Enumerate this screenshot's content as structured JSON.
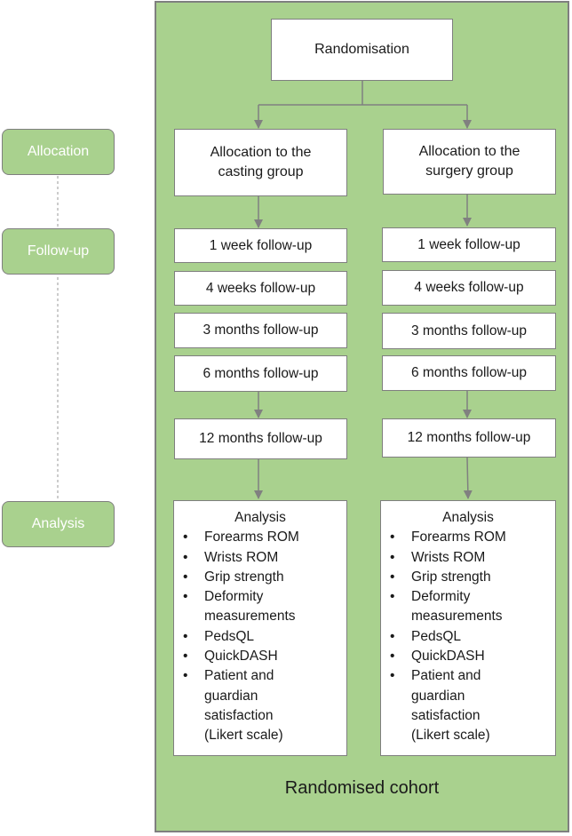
{
  "cohort_label": "Randomised cohort",
  "stages": [
    "Allocation",
    "Follow-up",
    "Analysis"
  ],
  "randomisation": "Randomisation",
  "arms": [
    {
      "allocation": [
        "Allocation to the",
        "casting group"
      ],
      "follow_up": [
        "1 week follow-up",
        "4 weeks follow-up",
        "3 months follow-up",
        "6 months follow-up",
        "12 months follow-up"
      ],
      "analysis_title": "Analysis",
      "analysis_items": [
        [
          "Forearms ROM"
        ],
        [
          "Wrists ROM"
        ],
        [
          "Grip strength"
        ],
        [
          "Deformity",
          "measurements"
        ],
        [
          "PedsQL"
        ],
        [
          "QuickDASH"
        ],
        [
          "Patient and",
          "guardian",
          "satisfaction",
          "(Likert scale)"
        ]
      ]
    },
    {
      "allocation": [
        "Allocation to the",
        "surgery group"
      ],
      "follow_up": [
        "1 week follow-up",
        "4 weeks follow-up",
        "3 months follow-up",
        "6 months follow-up",
        "12 months follow-up"
      ],
      "analysis_title": "Analysis",
      "analysis_items": [
        [
          "Forearms ROM"
        ],
        [
          "Wrists ROM"
        ],
        [
          "Grip strength"
        ],
        [
          "Deformity",
          "measurements"
        ],
        [
          "PedsQL"
        ],
        [
          "QuickDASH"
        ],
        [
          "Patient and",
          "guardian",
          "satisfaction",
          "(Likert scale)"
        ]
      ]
    }
  ],
  "colors": {
    "panel": "#a9d18e",
    "border": "#7f7f7f",
    "arrow": "#808080"
  }
}
